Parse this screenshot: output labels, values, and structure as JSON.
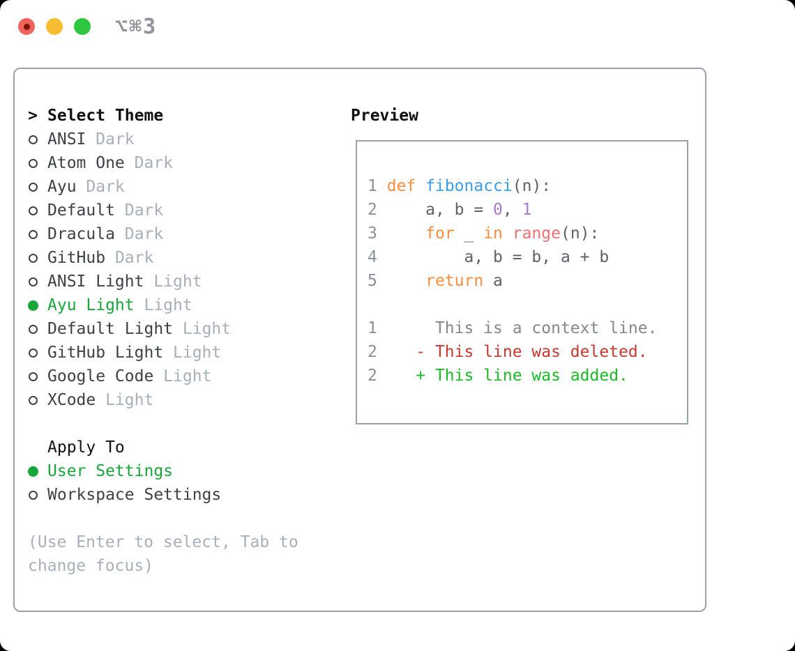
{
  "titlebar": {
    "shortcut": "⌥⌘3"
  },
  "selector": {
    "cursor": ">",
    "header": "Select Theme",
    "themes": [
      {
        "name": "ANSI",
        "tag": "Dark",
        "selected": false
      },
      {
        "name": "Atom One",
        "tag": "Dark",
        "selected": false
      },
      {
        "name": "Ayu",
        "tag": "Dark",
        "selected": false
      },
      {
        "name": "Default",
        "tag": "Dark",
        "selected": false
      },
      {
        "name": "Dracula",
        "tag": "Dark",
        "selected": false
      },
      {
        "name": "GitHub",
        "tag": "Dark",
        "selected": false
      },
      {
        "name": "ANSI Light",
        "tag": "Light",
        "selected": false
      },
      {
        "name": "Ayu Light",
        "tag": "Light",
        "selected": true
      },
      {
        "name": "Default Light",
        "tag": "Light",
        "selected": false
      },
      {
        "name": "GitHub Light",
        "tag": "Light",
        "selected": false
      },
      {
        "name": "Google Code",
        "tag": "Light",
        "selected": false
      },
      {
        "name": "XCode",
        "tag": "Light",
        "selected": false
      }
    ],
    "apply_to": {
      "header": "Apply To",
      "options": [
        {
          "name": "User Settings",
          "selected": true
        },
        {
          "name": "Workspace Settings",
          "selected": false
        }
      ]
    },
    "help_lines": [
      "(Use Enter to select, Tab to",
      "change focus)"
    ]
  },
  "preview": {
    "title": "Preview",
    "lines": [
      {
        "tokens": [
          [
            "ln",
            "1"
          ],
          [
            "pl",
            " "
          ],
          [
            "kw",
            "def"
          ],
          [
            "pl",
            " "
          ],
          [
            "fn",
            "fibonacci"
          ],
          [
            "pl",
            "(n):"
          ]
        ]
      },
      {
        "tokens": [
          [
            "ln",
            "2"
          ],
          [
            "pl",
            "     a, b = "
          ],
          [
            "const",
            "0"
          ],
          [
            "pl",
            ", "
          ],
          [
            "const",
            "1"
          ]
        ]
      },
      {
        "tokens": [
          [
            "ln",
            "3"
          ],
          [
            "pl",
            "     "
          ],
          [
            "kw",
            "for"
          ],
          [
            "pl",
            " _ "
          ],
          [
            "kw",
            "in"
          ],
          [
            "pl",
            " "
          ],
          [
            "call",
            "range"
          ],
          [
            "pl",
            "(n):"
          ]
        ]
      },
      {
        "tokens": [
          [
            "ln",
            "4"
          ],
          [
            "pl",
            "         a, b = b, a + b"
          ]
        ]
      },
      {
        "tokens": [
          [
            "ln",
            "5"
          ],
          [
            "pl",
            "     "
          ],
          [
            "kw",
            "return"
          ],
          [
            "pl",
            " a"
          ]
        ]
      },
      {
        "tokens": []
      },
      {
        "tokens": [
          [
            "ln",
            "1"
          ],
          [
            "ctx",
            "      This is a context line."
          ]
        ]
      },
      {
        "tokens": [
          [
            "ln",
            "2"
          ],
          [
            "del",
            "    - This line was deleted."
          ]
        ]
      },
      {
        "tokens": [
          [
            "ln",
            "2"
          ],
          [
            "add",
            "    + This line was added."
          ]
        ]
      }
    ]
  },
  "colors": {
    "accent_green": "#17a63a",
    "traffic_red": "#f0635a",
    "traffic_red_dot": "#7e1308",
    "traffic_yellow": "#f6bd33",
    "traffic_green": "#2fc640",
    "syntax": {
      "line_number": "#8a9199",
      "keyword": "#fa8d3e",
      "function": "#399ee6",
      "constant": "#a37acc",
      "call": "#f07171",
      "plain": "#5c6166",
      "context": "#85888b",
      "deleted": "#c8382e",
      "added": "#1abb25"
    }
  }
}
